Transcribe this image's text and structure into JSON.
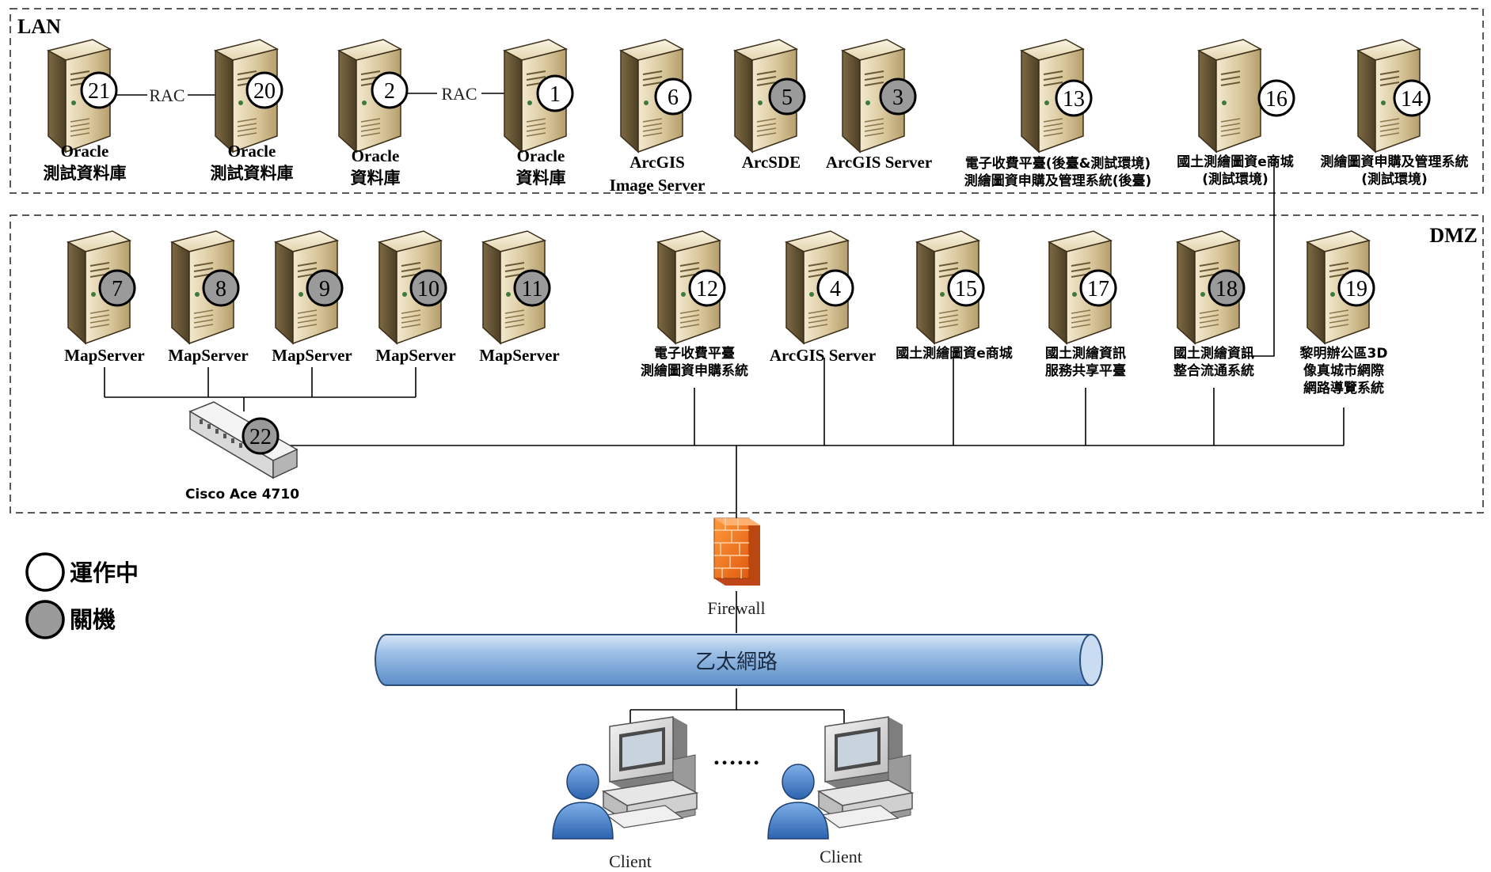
{
  "zones": {
    "lan": "LAN",
    "dmz": "DMZ"
  },
  "rac_label": "RAC",
  "status_colors": {
    "running": "#ffffff",
    "off": "#9a9a9a"
  },
  "lan_servers": [
    {
      "num": "21",
      "status": "running",
      "lines": [
        "Oracle",
        "測試資料庫"
      ]
    },
    {
      "num": "20",
      "status": "running",
      "lines": [
        "Oracle",
        "測試資料庫"
      ]
    },
    {
      "num": "2",
      "status": "running",
      "lines": [
        "Oracle",
        "資料庫"
      ]
    },
    {
      "num": "1",
      "status": "running",
      "lines": [
        "Oracle",
        "資料庫"
      ]
    },
    {
      "num": "6",
      "status": "running",
      "lines": [
        "ArcGIS",
        "Image Server"
      ]
    },
    {
      "num": "5",
      "status": "off",
      "lines": [
        "ArcSDE"
      ]
    },
    {
      "num": "3",
      "status": "off",
      "lines": [
        "ArcGIS Server"
      ]
    },
    {
      "num": "13",
      "status": "running",
      "lines": [
        "電子收費平臺(後臺&測試環境)",
        "測繪圖資申購及管理系統(後臺)"
      ]
    },
    {
      "num": "16",
      "status": "running",
      "lines": [
        "國土測繪圖資e商城",
        "(測試環境)"
      ]
    },
    {
      "num": "14",
      "status": "running",
      "lines": [
        "測繪圖資申購及管理系統",
        "(測試環境)"
      ]
    }
  ],
  "dmz_servers": [
    {
      "num": "7",
      "status": "off",
      "lines": [
        "MapServer"
      ]
    },
    {
      "num": "8",
      "status": "off",
      "lines": [
        "MapServer"
      ]
    },
    {
      "num": "9",
      "status": "off",
      "lines": [
        "MapServer"
      ]
    },
    {
      "num": "10",
      "status": "off",
      "lines": [
        "MapServer"
      ]
    },
    {
      "num": "11",
      "status": "off",
      "lines": [
        "MapServer"
      ]
    },
    {
      "num": "12",
      "status": "running",
      "lines": [
        "電子收費平臺",
        "測繪圖資申購系統"
      ]
    },
    {
      "num": "4",
      "status": "running",
      "lines": [
        "ArcGIS Server"
      ]
    },
    {
      "num": "15",
      "status": "running",
      "lines": [
        "國土測繪圖資e商城"
      ]
    },
    {
      "num": "17",
      "status": "running",
      "lines": [
        "國土測繪資訊",
        "服務共享平臺"
      ]
    },
    {
      "num": "18",
      "status": "off",
      "lines": [
        "國土測繪資訊",
        "整合流通系統"
      ]
    },
    {
      "num": "19",
      "status": "running",
      "lines": [
        "黎明辦公區3D",
        "像真城市網際",
        "網路導覽系統"
      ]
    }
  ],
  "load_balancer": {
    "num": "22",
    "status": "off",
    "label": "Cisco Ace 4710"
  },
  "firewall_label": "Firewall",
  "ethernet_label": "乙太網路",
  "clients": {
    "label_left": "Client",
    "label_right": "Client",
    "ellipsis": "……"
  },
  "legend": {
    "running": "運作中",
    "off": "關機"
  }
}
